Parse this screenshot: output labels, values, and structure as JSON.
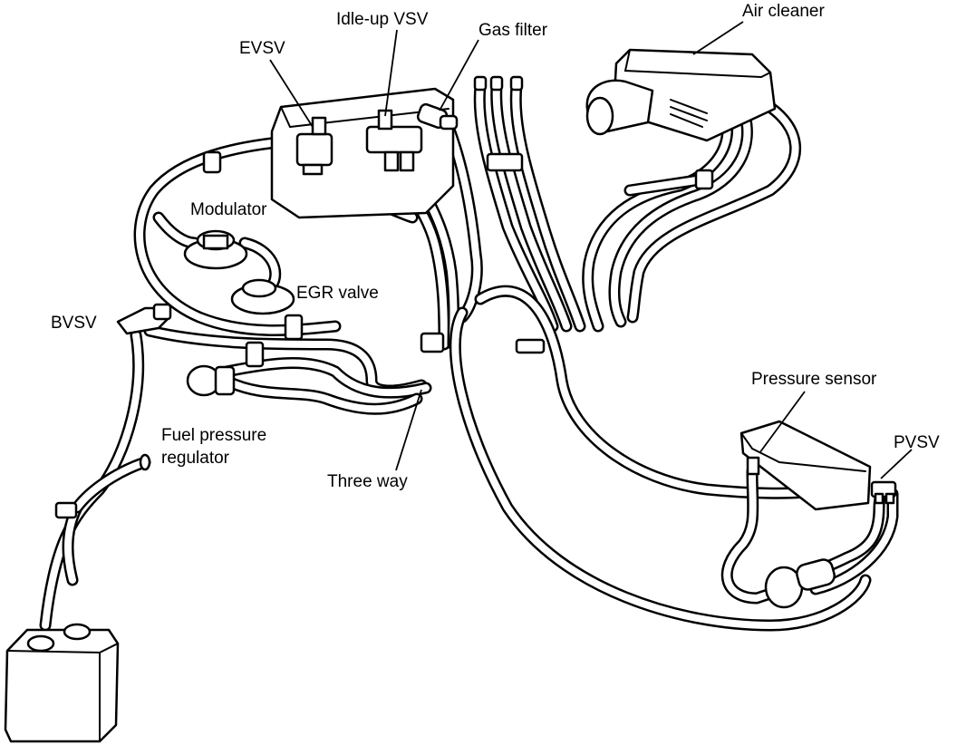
{
  "labels": {
    "evsv": "EVSV",
    "idle_up_vsv": "Idle-up VSV",
    "gas_filter": "Gas filter",
    "air_cleaner": "Air cleaner",
    "modulator": "Modulator",
    "egr_valve": "EGR valve",
    "bvsv": "BVSV",
    "fuel_pressure_regulator_line1": "Fuel pressure",
    "fuel_pressure_regulator_line2": "regulator",
    "three_way": "Three way",
    "pressure_sensor": "Pressure sensor",
    "pvsv": "PVSV"
  },
  "colors": {
    "line": "#000000",
    "background": "#ffffff"
  }
}
